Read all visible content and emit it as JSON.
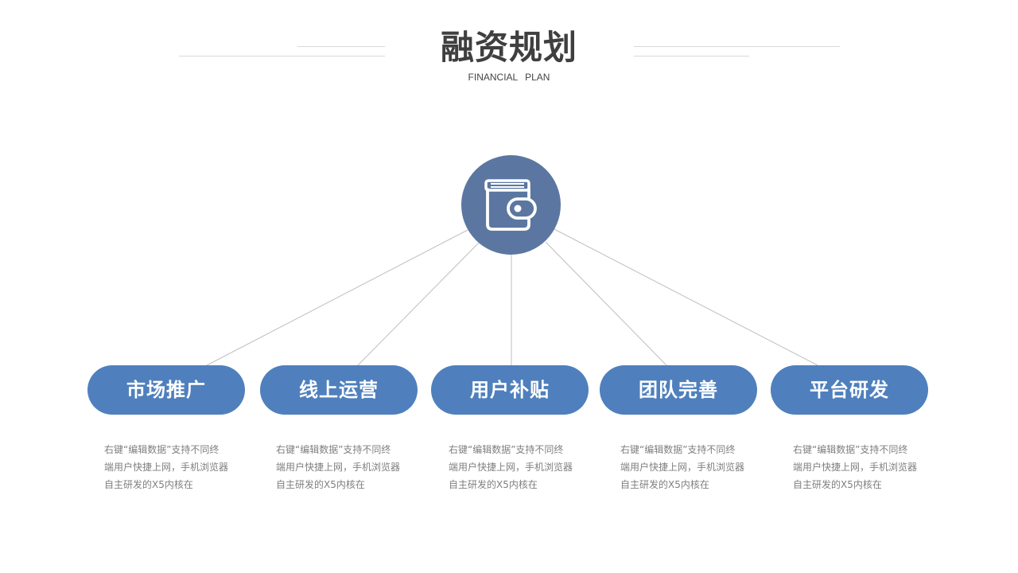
{
  "header": {
    "title": "融资规划",
    "subtitle": "FINANCIAL PLAN"
  },
  "hub": {
    "icon": "wallet-icon",
    "color": "#5b77a1"
  },
  "colors": {
    "pill": "#4f80bd",
    "connector": "#bfbfbf",
    "text_title": "#3f3f3f",
    "text_desc": "#7f7f7f"
  },
  "items": [
    {
      "label": "市场推广",
      "desc_lines": [
        "右键“编辑数据”支持不同终",
        "端用户快捷上网，手机浏览器",
        "自主研发的X5内核在"
      ]
    },
    {
      "label": "线上运营",
      "desc_lines": [
        "右键“编辑数据”支持不同终",
        "端用户快捷上网，手机浏览器",
        "自主研发的X5内核在"
      ]
    },
    {
      "label": "用户补贴",
      "desc_lines": [
        "右键“编辑数据”支持不同终",
        "端用户快捷上网，手机浏览器",
        "自主研发的X5内核在"
      ]
    },
    {
      "label": "团队完善",
      "desc_lines": [
        "右键“编辑数据”支持不同终",
        "端用户快捷上网，手机浏览器",
        "自主研发的X5内核在"
      ]
    },
    {
      "label": "平台研发",
      "desc_lines": [
        "右键“编辑数据”支持不同终",
        "端用户快捷上网，手机浏览器",
        "自主研发的X5内核在"
      ]
    }
  ]
}
